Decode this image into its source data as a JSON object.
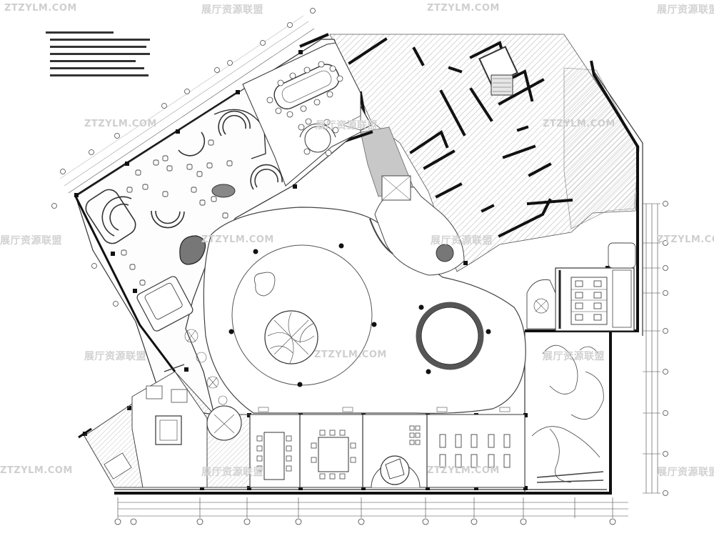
{
  "watermarks": [
    {
      "text": "ZTZYLM.COM",
      "kind": "latin"
    },
    {
      "text": "展厅资源联盟",
      "kind": "cn"
    },
    {
      "text": "ZTZYLM.COM",
      "kind": "latin"
    },
    {
      "text": "展厅资源联盟",
      "kind": "cn"
    },
    {
      "text": "ZTZYLM.COM",
      "kind": "latin"
    },
    {
      "text": "展厅资源联盟",
      "kind": "cn"
    },
    {
      "text": "ZTZYLM.COM",
      "kind": "latin"
    },
    {
      "text": "展厅资源联盟",
      "kind": "cn"
    },
    {
      "text": "ZTZYLM.COM",
      "kind": "latin"
    },
    {
      "text": "展厅资源联盟",
      "kind": "cn"
    },
    {
      "text": "ZTZYLM.COM",
      "kind": "latin"
    },
    {
      "text": "展厅资源联盟",
      "kind": "cn"
    },
    {
      "text": "ZTZYLM.COM",
      "kind": "latin"
    },
    {
      "text": "展厅资源联盟",
      "kind": "cn"
    },
    {
      "text": "展厅资源联盟",
      "kind": "cn"
    }
  ],
  "colors": {
    "wall": "#111111",
    "line": "#555555",
    "hatch": "#9a9a9a",
    "grey_fill": "#c8c8c8",
    "dark_fill": "#777777"
  }
}
